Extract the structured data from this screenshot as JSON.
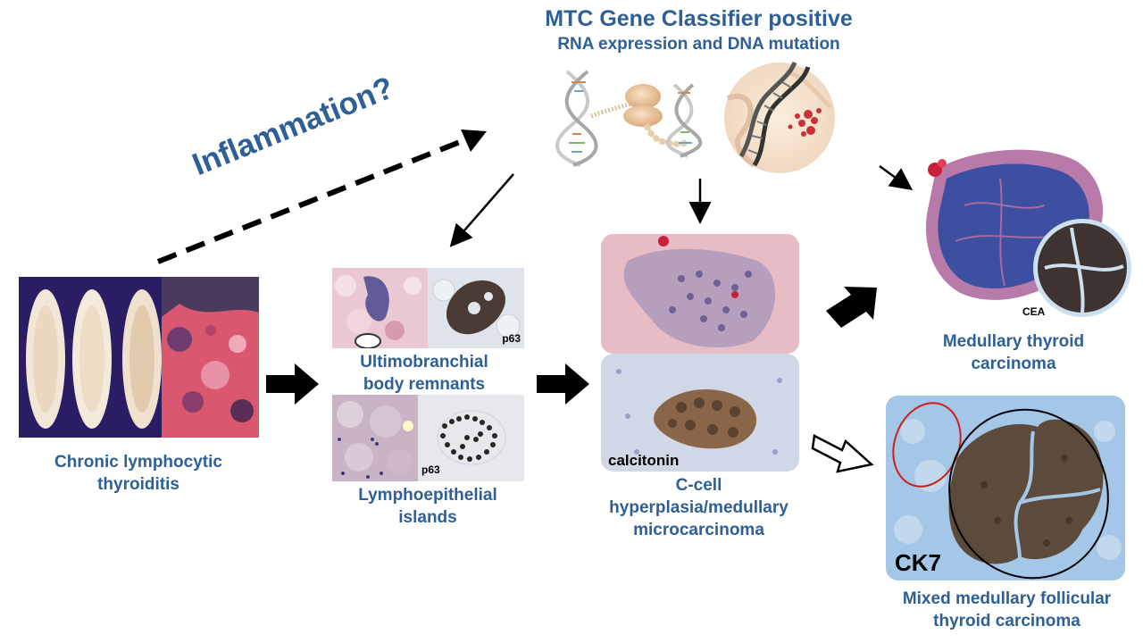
{
  "header": {
    "title": "MTC Gene Classifier positive",
    "subtitle": "RNA expression and DNA mutation"
  },
  "annotations": {
    "inflammation": "Inflammation?"
  },
  "stains": {
    "p63_top": "p63",
    "p63_bottom": "p63",
    "calcitonin": "calcitonin",
    "cea": "CEA",
    "ck7": "CK7"
  },
  "captions": {
    "clt_line1": "Chronic lymphocytic",
    "clt_line2": "thyroiditis",
    "ubr_line1": "Ultimobranchial",
    "ubr_line2": "body remnants",
    "lei_line1": "Lymphoepithelial",
    "lei_line2": "islands",
    "cch_line1": "C-cell",
    "cch_line2": "hyperplasia/medullary",
    "cch_line3": "microcarcinoma",
    "mtc_line1": "Medullary thyroid",
    "mtc_line2": "carcinoma",
    "mmf_line1": "Mixed medullary follicular",
    "mmf_line2": "thyroid carcinoma"
  },
  "colors": {
    "label_blue": "#2e5f95",
    "arrow_black": "#000000",
    "circle_red": "#cc1f1f"
  }
}
